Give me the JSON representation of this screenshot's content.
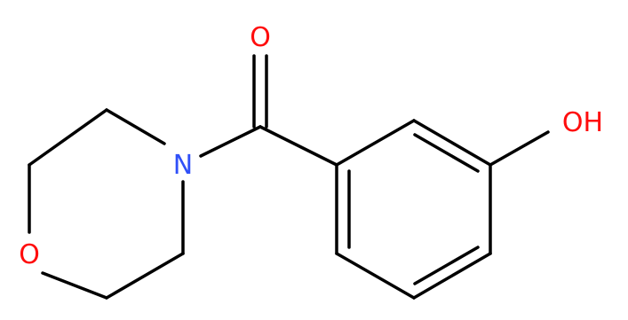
{
  "molecule": {
    "atoms": {
      "carbonyl_oxygen": {
        "label": "O",
        "color": "#ff0d0d"
      },
      "hydroxyl": {
        "label": "OH",
        "color": "#ff0d0d"
      },
      "morpholine_nitrogen": {
        "label": "N",
        "color": "#3050f8"
      },
      "morpholine_oxygen": {
        "label": "O",
        "color": "#ff0d0d"
      }
    },
    "bond_color": "#000000",
    "background": "#ffffff"
  }
}
